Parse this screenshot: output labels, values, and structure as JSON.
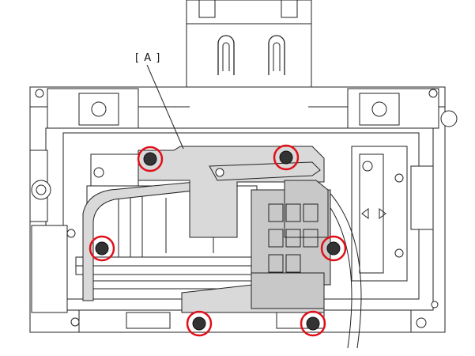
{
  "figure": {
    "callout_label": "[ A ]",
    "highlight_color": "#e0101a",
    "highlighted_screws": [
      {
        "name": "screw-top-left"
      },
      {
        "name": "screw-top-right"
      },
      {
        "name": "screw-mid-left"
      },
      {
        "name": "screw-mid-right"
      },
      {
        "name": "screw-bottom-left"
      },
      {
        "name": "screw-bottom-right"
      }
    ],
    "part_label": "A",
    "style": "line drawing, grey shaded cover part"
  }
}
